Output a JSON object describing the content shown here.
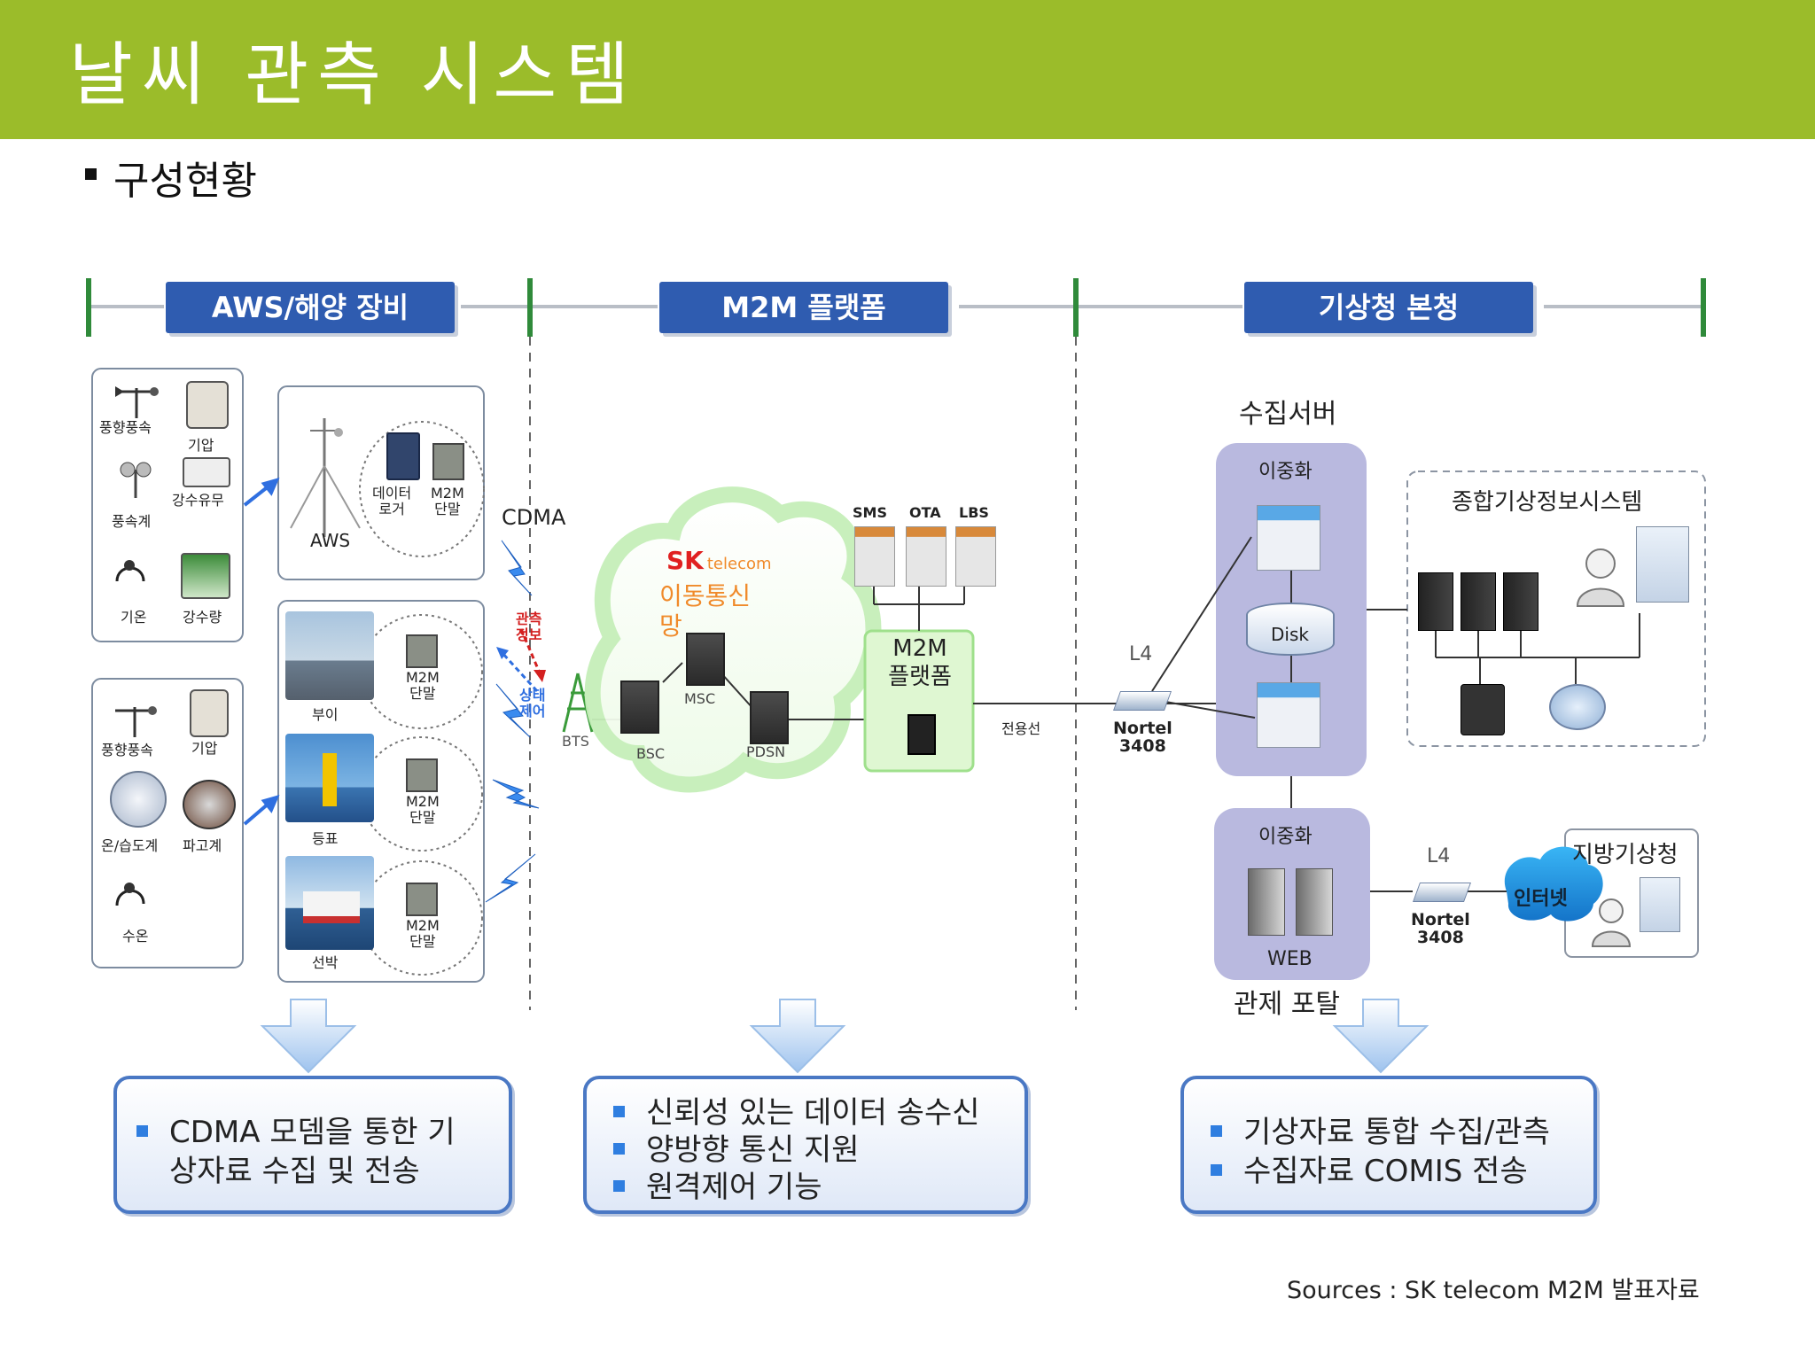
{
  "page": {
    "title": "날씨 관측 시스템",
    "subtitle": "구성현황",
    "source": "Sources  : SK telecom M2M 발표자료"
  },
  "sections": {
    "aws": "AWS/해양 장비",
    "m2m": "M2M 플랫폼",
    "kma": "기상청 본청"
  },
  "aws_sensors_top": {
    "wind": "풍향풍속",
    "pressure": "기압",
    "rain_presence": "강수유무",
    "anemometer": "풍속계",
    "temperature": "기온",
    "rainfall": "강수량"
  },
  "aws_station": {
    "name": "AWS",
    "logger": "데이터\n로거",
    "terminal": "M2M\n단말"
  },
  "marine_sensors": {
    "wind": "풍향풍속",
    "pressure": "기압",
    "hygrometer": "온/습도계",
    "wave": "파고계",
    "water_temp": "수온"
  },
  "marine_units": [
    {
      "name": "부이",
      "terminal": "M2M\n단말"
    },
    {
      "name": "등표",
      "terminal": "M2M\n단말"
    },
    {
      "name": "선박",
      "terminal": "M2M\n단말"
    }
  ],
  "links": {
    "cdma": "CDMA",
    "obs_info": "관측\n정보",
    "status_ctrl": "상태\n제어",
    "bts": "BTS",
    "leased_line": "전용선"
  },
  "network": {
    "sk_brand": "SK",
    "sk_telecom": "telecom",
    "mobile_net": "이동통신\n망",
    "msc": "MSC",
    "bsc": "BSC",
    "pdsn": "PDSN",
    "sms": "SMS",
    "ota": "OTA",
    "lbs": "LBS",
    "m2m_platform": "M2M\n플랫폼"
  },
  "kma": {
    "collection_server": "수집서버",
    "redundancy": "이중화",
    "disk": "Disk",
    "l4": "L4",
    "nortel": "Nortel\n3408",
    "integrated_system": "종합기상정보시스템",
    "redundancy2": "이중화",
    "web": "WEB",
    "control_portal": "관제 포탈",
    "l4_2": "L4",
    "nortel2": "Nortel\n3408",
    "internet": "인터넷",
    "regional_office": "지방기상청"
  },
  "callouts": {
    "left": [
      "CDMA 모뎀을 통한 기",
      "상자료 수집 및 전송"
    ],
    "middle": [
      "신뢰성 있는 데이터 송수신",
      "양방향 통신 지원",
      "원격제어 기능"
    ],
    "right": [
      "기상자료 통합 수집/관측",
      "수집자료 COMIS 전송"
    ]
  },
  "colors": {
    "header": "#9bbc2a",
    "section_label": "#2f5cb0",
    "callout_border": "#4a78c4",
    "bullet": "#2f7ee0",
    "purple_panel": "#b9b9df"
  }
}
